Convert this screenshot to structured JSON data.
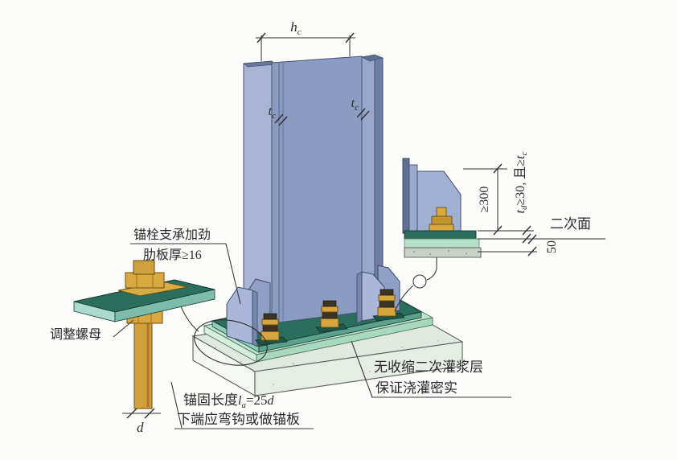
{
  "figure": {
    "type": "engineering-diagram",
    "subject": "steel column base with anchor bolts, stiffeners, secondary grout layer and foundation",
    "palette": {
      "column_blue": "#8b9cc2",
      "column_blue_light": "#a7b4d4",
      "column_blue_dark": "#6d7fa6",
      "stiffener_blue": "#a9b8d8",
      "base_plate_teal": "#2c6e5e",
      "base_plate_edge": "#8fccba",
      "grout_green": "#bfe3cd",
      "concrete_gray": "#dfe9e0",
      "bolt_gold": "#d7a63e",
      "bolt_dark": "#3c3425",
      "line_color": "#2f2f2f"
    }
  },
  "dims": {
    "hc": {
      "base": "h",
      "sub": "c"
    },
    "tc": {
      "base": "t",
      "sub": "c"
    },
    "ge300": "≥300",
    "td": {
      "t1": "t",
      "s1": "d",
      "mid": "≥30, 且≥",
      "t2": "t",
      "s2": "c"
    },
    "fifty": "50",
    "d": "d"
  },
  "labels": {
    "stiffener_line1": "锚栓支承加劲",
    "stiffener_line2": "肋板厚≥16",
    "adjust_nut": "调整螺母",
    "anchor": {
      "pre": "锚固长度",
      "base": "l",
      "sub": "a",
      "eq": "=25",
      "d": "d"
    },
    "anchor_line2": "下端应弯钩或做锚板",
    "grout_line1": "无收缩二次灌浆层",
    "grout_line2": "保证浇灌密实",
    "secondary_surface": "二次面"
  }
}
